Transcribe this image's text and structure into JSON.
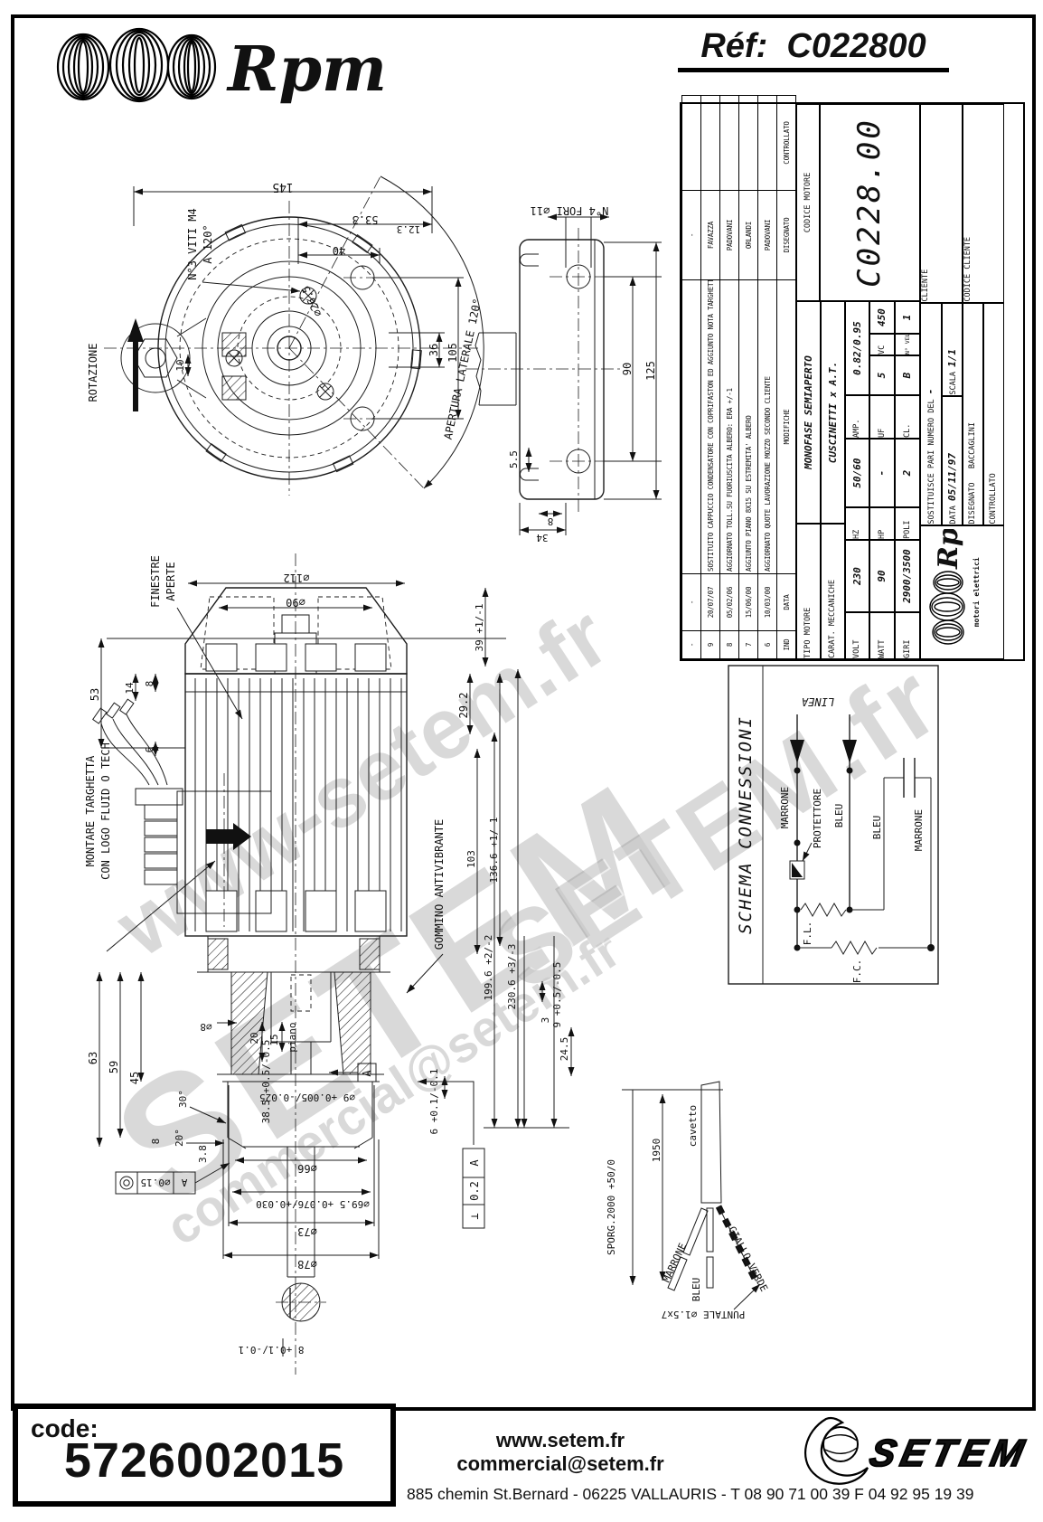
{
  "page": {
    "ref_label": "Réf:",
    "ref_value": "C022800",
    "brand": "Rpm"
  },
  "watermarks": [
    "www-setem.fr",
    "SETEM",
    "commercial@setem.fr",
    "SETEM.fr"
  ],
  "title_block": {
    "revisions": {
      "headers": {
        "ind": "IND",
        "data": "DATA",
        "modifiche": "MODIFICHE",
        "disegnato": "DISEGNATO",
        "controllato": "CONTROLLATO"
      },
      "rows": [
        {
          "ind": "-",
          "date": "-",
          "desc": "",
          "name": "-"
        },
        {
          "ind": "9",
          "date": "20/07/07",
          "desc": "SOSTITUITO CAPPUCCIO CONDENSATORE CON COPRIFASTON ED AGGIUNTO NOTA TARGHETTA FLUID O TECH",
          "name": "FAVAZZA"
        },
        {
          "ind": "8",
          "date": "05/02/06",
          "desc": "AGGIORNATO TOLL.SU FUORIUSCITA ALBERO: ERA +/-1",
          "name": "PADOVANI"
        },
        {
          "ind": "7",
          "date": "15/06/00",
          "desc": "AGGIUNTO PIANO 8X15 SU ESTREMITA' ALBERO",
          "name": "ORLANDI"
        },
        {
          "ind": "6",
          "date": "10/03/00",
          "desc": "AGGIORNATO QUOTE LAVORAZIONE MOZZO SECONDO CLIENTE",
          "name": "PADOVANI"
        }
      ]
    },
    "motor": {
      "tipo_label": "TIPO MOTORE",
      "tipo_value": "MONOFASE SEMIAPERTO",
      "carat_label": "CARAT. MECCANICHE",
      "carat_value": "CUSCINETTI x A.T.",
      "volt_label": "VOLT",
      "volt": "230",
      "hz_label": "HZ",
      "hz": "50/60",
      "amp_label": "AMP.",
      "amp": "0.82/0.95",
      "watt_label": "WATT",
      "watt": "90",
      "hp_label": "HP",
      "hp": "-",
      "uf_label": "UF",
      "uf": "5",
      "vc_label": "VC",
      "vc": "450",
      "giri_label": "GIRI",
      "giri": "2900/3500",
      "poli_label": "POLI",
      "poli": "2",
      "cl_label": "CL.",
      "cl": "B",
      "nvel_label": "N° VEL.",
      "nvel": "1"
    },
    "codes": {
      "codice_motore_label": "CODICE MOTORE",
      "codice_motore": "C0228.00",
      "codice_cliente_label": "CODICE CLIENTE",
      "cliente_label": "CLIENTE"
    },
    "footer_rows": {
      "sostituisce": "SOSTITUISCE PARI NUMERO DEL",
      "sostituisce_value": "-",
      "data_label": "DATA",
      "data_value": "05/11/97",
      "scala_label": "SCALA",
      "scala_value": "1/1",
      "disegnato_label": "DISEGNATO",
      "disegnato_value": "BACCAGLINI",
      "controllato_label": "CONTROLLATO",
      "controllato_value": ""
    },
    "brand": {
      "name": "Rpm",
      "subtitle": "motori elettrici"
    }
  },
  "schema": {
    "title": "SCHEMA CONNESSIONI",
    "linea": "LINEA",
    "marrone_l": "MARRONE",
    "protettore": "PROTETTORE",
    "bleu_l": "BLEU",
    "bleu_c": "BLEU",
    "marrone_c": "MARRONE",
    "fl": "F.L.",
    "fc": "F.C."
  },
  "drawing": {
    "rotazione": "ROTAZIONE",
    "dim10": "10",
    "dim145": "145",
    "dim53_3": "53.3",
    "dim40": "40",
    "dim12_3": "12.3",
    "viti_1": "N°3 VITI M4",
    "viti_2": "A 120°",
    "d26_5": "⌀26.5",
    "dim36": "36",
    "dim105": "105",
    "fori": "N°4 FORI ⌀11",
    "dim90": "90",
    "dim125": "125",
    "apertura": "APERTURA LATERALE 120°",
    "dim5_5": "5.5",
    "dim8_br": "8",
    "dim34": "34",
    "finestre_1": "FINESTRE",
    "finestre_2": "APERTE",
    "d112": "⌀112",
    "d90": "⌀90",
    "dim53": "53",
    "dim14": "14",
    "dim8_s": "8",
    "dim6": "6",
    "dim29_2": "29.2",
    "dim39": "39 +1/-1",
    "montare_1": "MONTARE TARGHETTA",
    "montare_2": "CON LOGO FLUID O TECH",
    "gommino": "GOMMINO ANTIVIBRANTE",
    "dim136_6": "136.6 +1/-1",
    "dim103": "103",
    "dim199_6": "199.6 +2/-2",
    "dim230_6": "230.6 +3/-3",
    "dim9t": "9 +0.5/-0.5",
    "dim3": "3",
    "dim24_5": "24.5",
    "dim6_t": "6 +0.1/-0.1",
    "dim63": "63",
    "dim59": "59",
    "dim45": "45",
    "ang30": "30°",
    "ang20": "20°",
    "dim8_h": "8",
    "dim3_8": "3.8",
    "d8": "⌀8",
    "dim20": "20",
    "dim15": "15",
    "piano": "piano",
    "dim38_5": "38.5 +0.5/-0.5",
    "d9": "⌀9 +0.005/-0.025",
    "datum_a": "A",
    "d66": "⌀66",
    "conc_val": "⌀0.15",
    "conc_ref": "A",
    "d69_5": "⌀69.5 +0.076/+0.030",
    "d73": "⌀73",
    "d78": "⌀78",
    "perp_sym": "⊥",
    "perp_val": "0.2",
    "perp_ref": "A",
    "dim8_k": "8 +0.1/-0.1",
    "d20": "⌀20 +0.005/-0.005",
    "sporg": "SPORG.2000 +50/0",
    "dim1950": "1950",
    "cavetto": "cavetto",
    "w_marrone": "MARRONE",
    "w_bleu": "BLEU",
    "w_giallo": "GIALLO-VERDE",
    "puntale": "PUNTALE ⌀1.5x7"
  },
  "footer": {
    "code_label": "code:",
    "code_value": "5726002015",
    "website": "www.setem.fr",
    "email": "commercial@setem.fr",
    "address": "885 chemin St.Bernard  -  06225 VALLAURIS  -  T 08 90 71 00 39   F 04 92 95 19 39",
    "logo_text": "SETEM"
  }
}
